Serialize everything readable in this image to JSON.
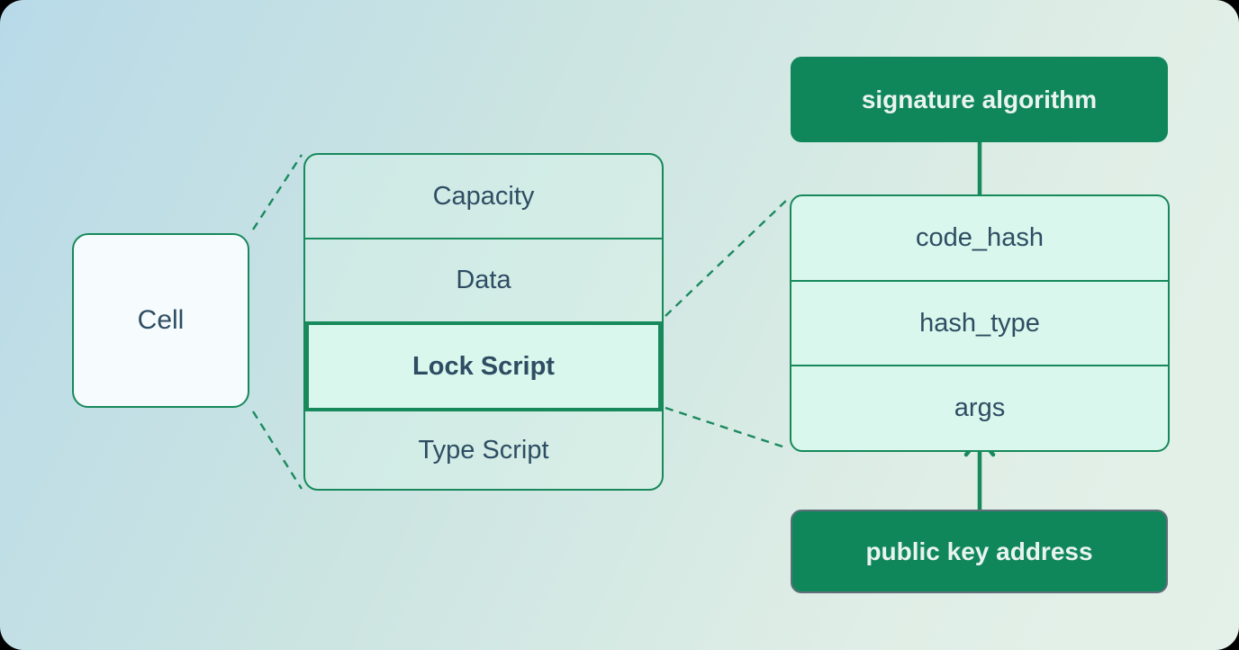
{
  "cell": {
    "label": "Cell"
  },
  "cell_structure": {
    "rows": [
      {
        "label": "Capacity",
        "highlighted": false
      },
      {
        "label": "Data",
        "highlighted": false
      },
      {
        "label": "Lock Script",
        "highlighted": true
      },
      {
        "label": "Type Script",
        "highlighted": false
      }
    ]
  },
  "lock_script_structure": {
    "rows": [
      {
        "label": "code_hash"
      },
      {
        "label": "hash_type"
      },
      {
        "label": "args"
      }
    ]
  },
  "annotations": {
    "signature_algorithm": "signature algorithm",
    "public_key_address": "public key address"
  },
  "icons": {
    "arrow_down": "arrow-down-icon",
    "arrow_up": "arrow-up-icon"
  },
  "colors": {
    "accent_green": "#17895b",
    "dark_green_fill": "#10865b",
    "mint_fill": "#d9f7ec",
    "text_dark": "#2e4d63",
    "text_light": "#e9f4f1",
    "gray_border": "#5f6e79",
    "background_blue": "#b8dae8",
    "background_mint": "#e4f1e9"
  }
}
